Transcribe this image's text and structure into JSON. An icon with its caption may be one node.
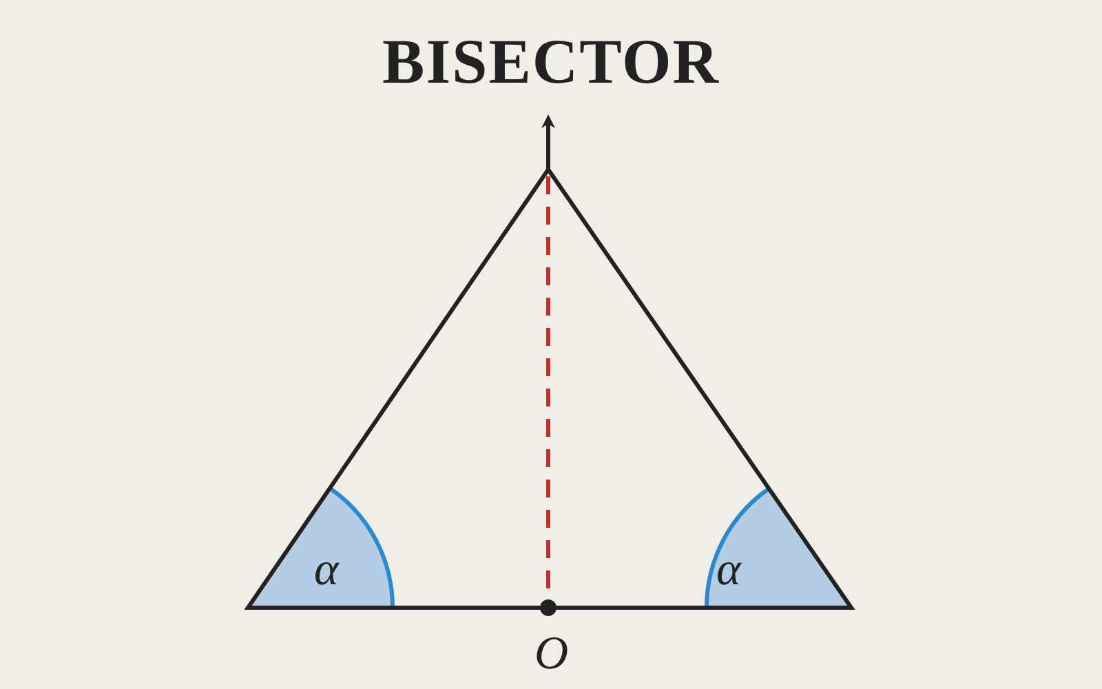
{
  "diagram": {
    "title": "BISECTOR",
    "labels": [
      "α",
      "α",
      "O"
    ]
  }
}
